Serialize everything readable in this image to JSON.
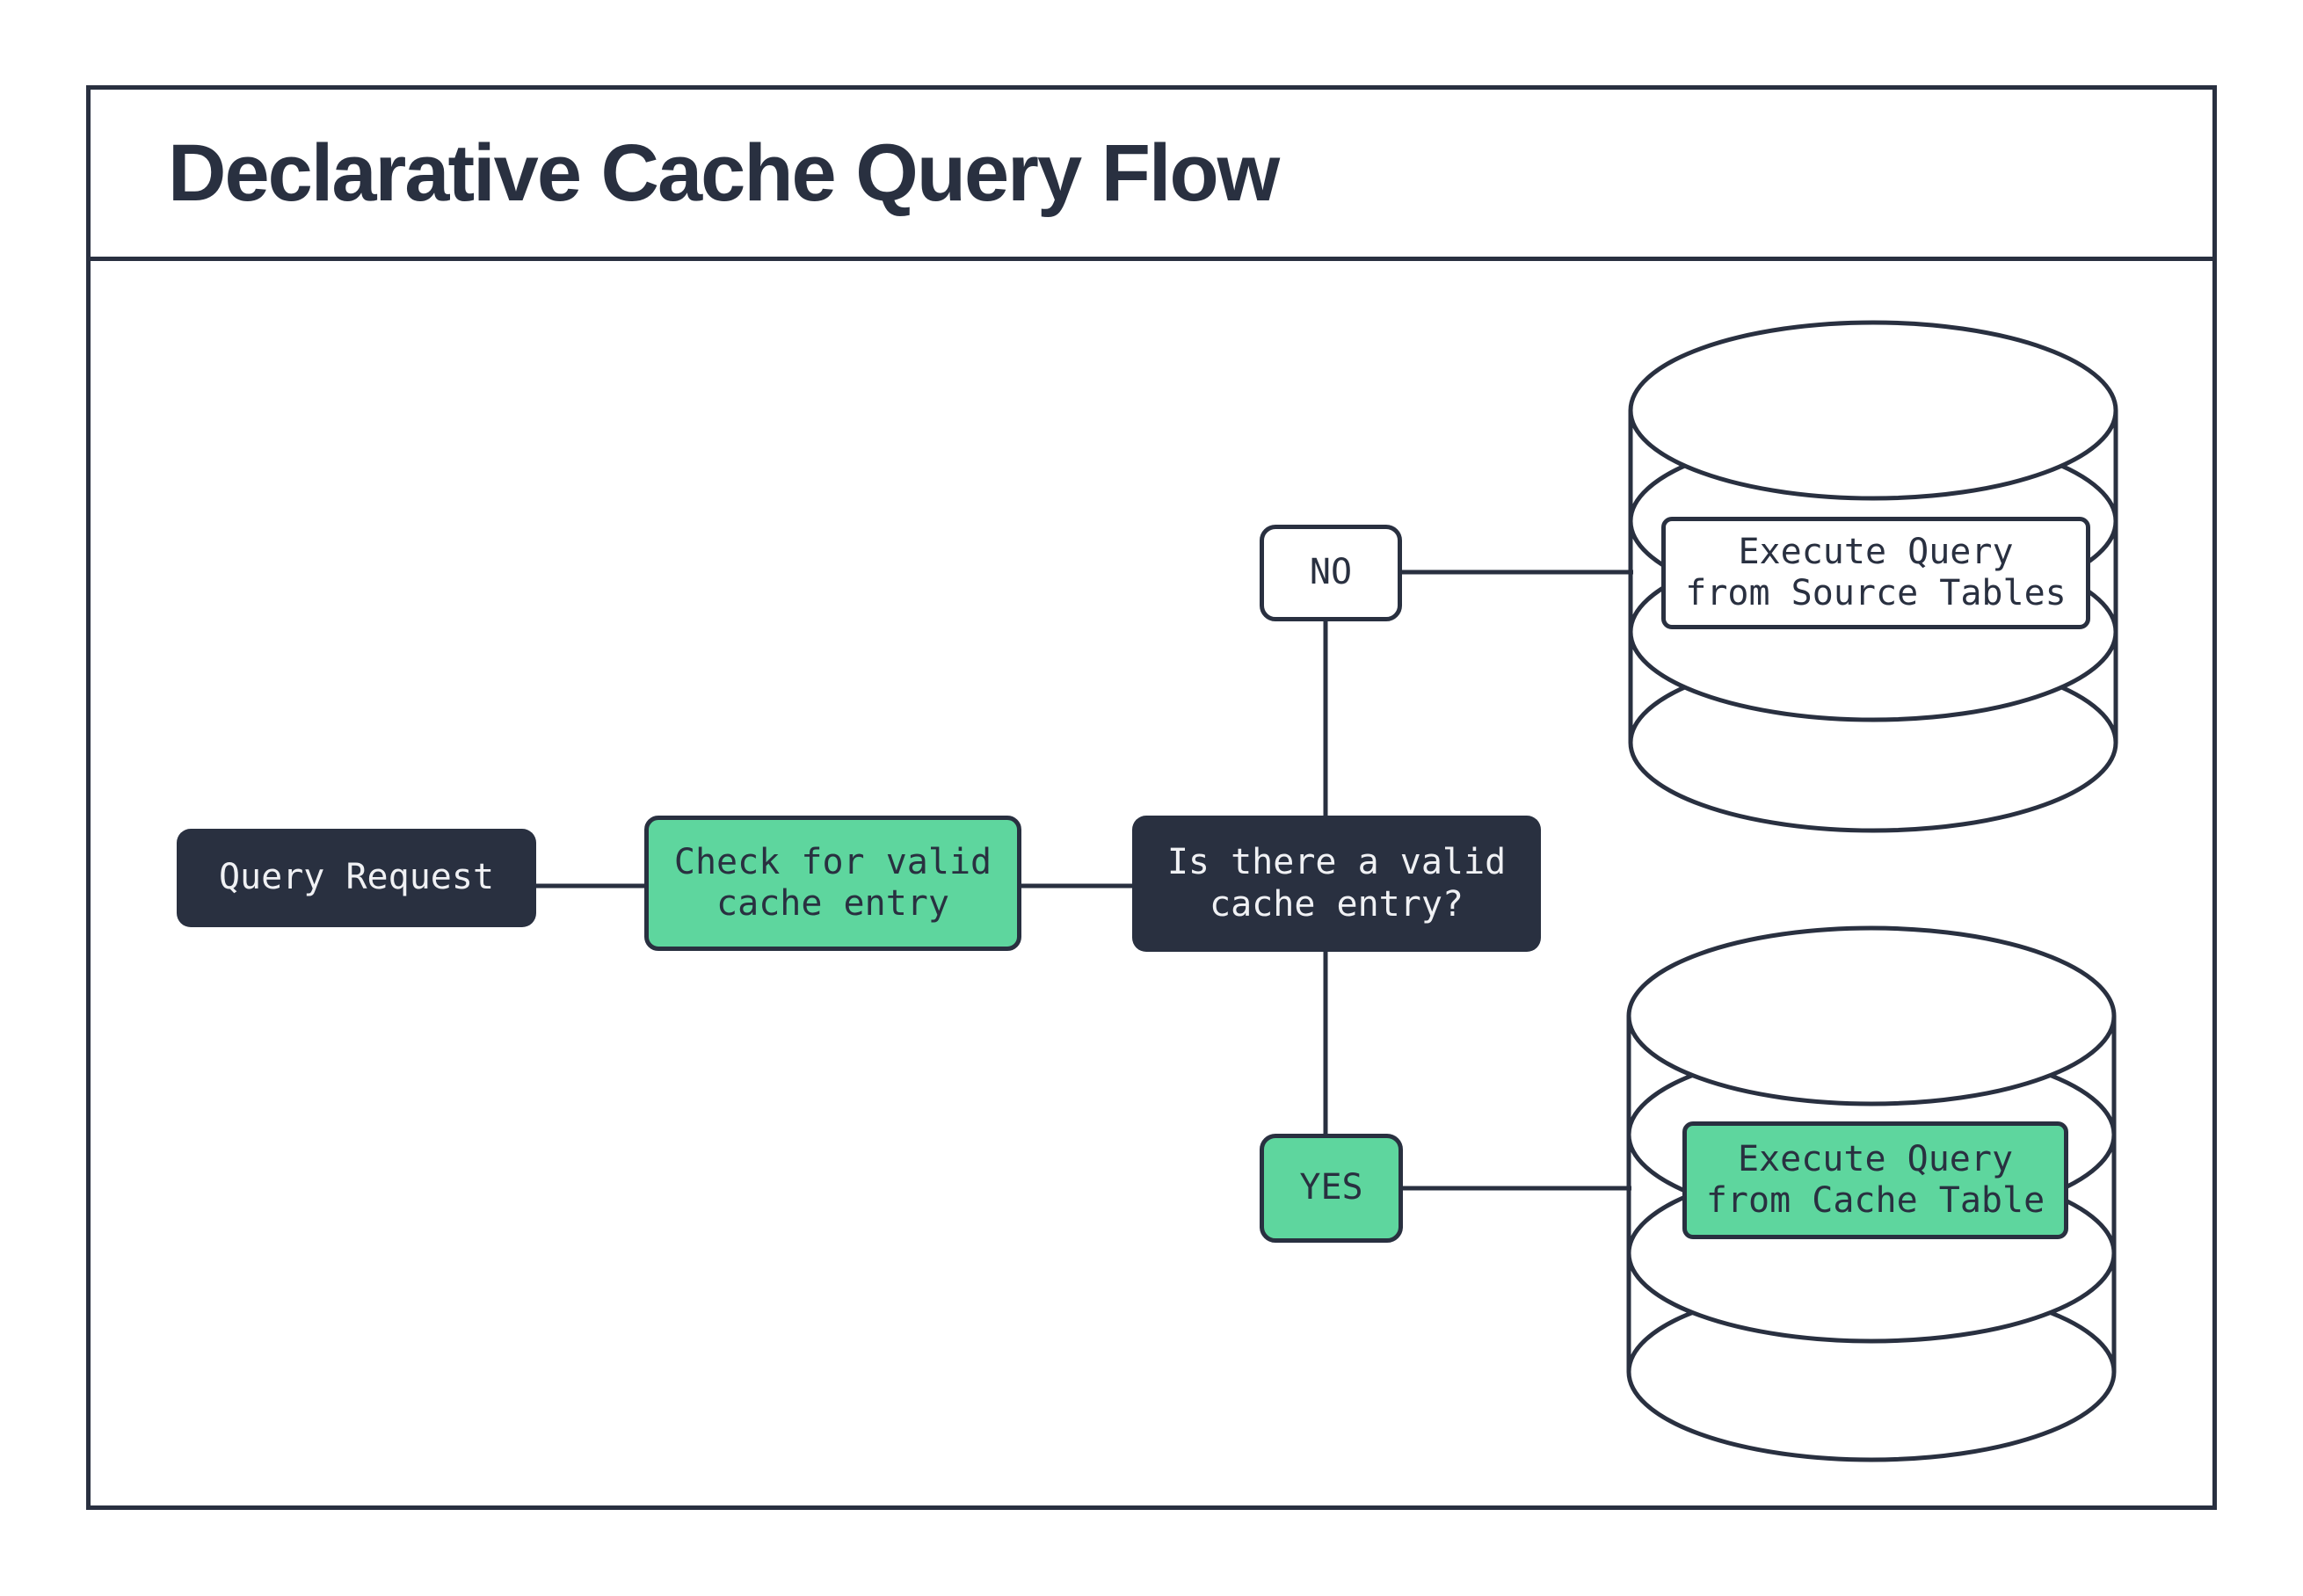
{
  "title": "Declarative Cache Query Flow",
  "colors": {
    "ink": "#293040",
    "green": "#5ED69E",
    "paper": "#FFFFFF",
    "light_text": "#F0F1F4"
  },
  "nodes": {
    "query_request": {
      "label": "Query Request"
    },
    "check_cache": {
      "label": "Check for valid\ncache entry"
    },
    "decision": {
      "label": "Is there a valid\ncache entry?"
    },
    "no_branch": {
      "label": "NO"
    },
    "yes_branch": {
      "label": "YES"
    },
    "execute_source": {
      "label": "Execute Query\nfrom Source Tables"
    },
    "execute_cache": {
      "label": "Execute Query\nfrom Cache Table"
    }
  }
}
